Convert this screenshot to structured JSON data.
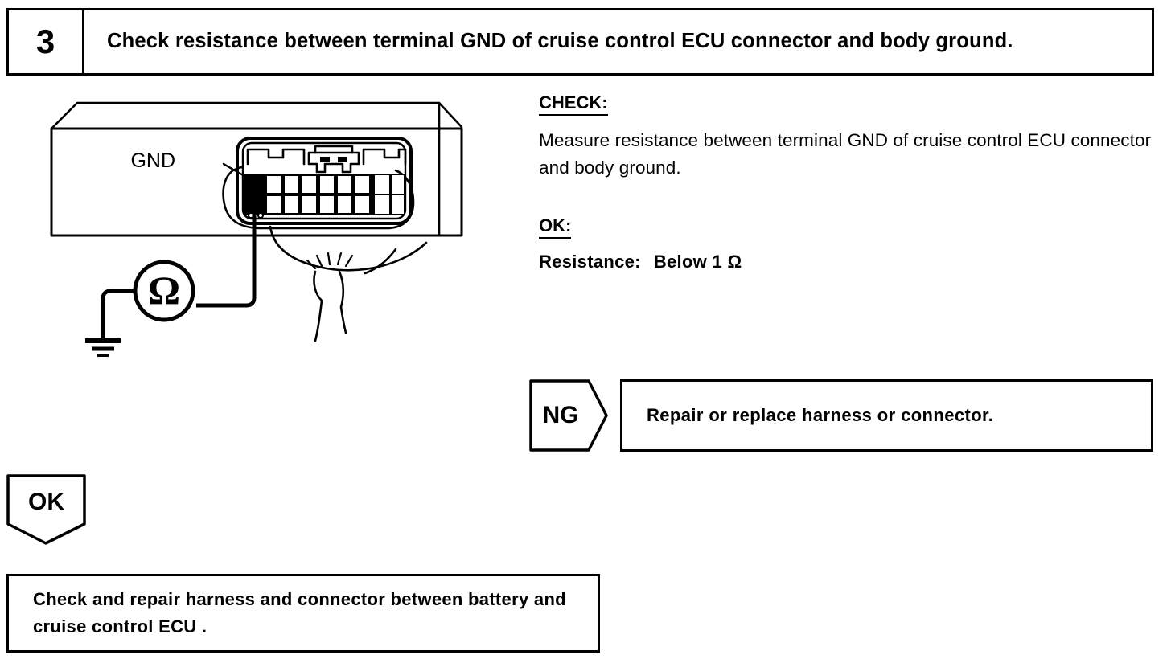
{
  "step": {
    "number": "3",
    "title": "Check resistance between terminal GND of cruise control ECU connector and body ground."
  },
  "diagram": {
    "terminal_label": "GND",
    "meter_symbol": "Ω",
    "meter_name": "ohmmeter",
    "ground_symbol_name": "chassis-ground"
  },
  "check": {
    "heading": "CHECK:",
    "instruction": "Measure resistance between terminal GND of cruise control ECU connector and body ground."
  },
  "ok_spec": {
    "heading": "OK:",
    "parameter": "Resistance:",
    "value": "Below 1 Ω"
  },
  "ng_branch": {
    "badge": "NG",
    "action": "Repair or replace harness or connector."
  },
  "ok_branch": {
    "badge": "OK",
    "action": "Check and repair harness and connector between battery and cruise control ECU ."
  },
  "colors": {
    "ink": "#000000",
    "paper": "#ffffff"
  }
}
